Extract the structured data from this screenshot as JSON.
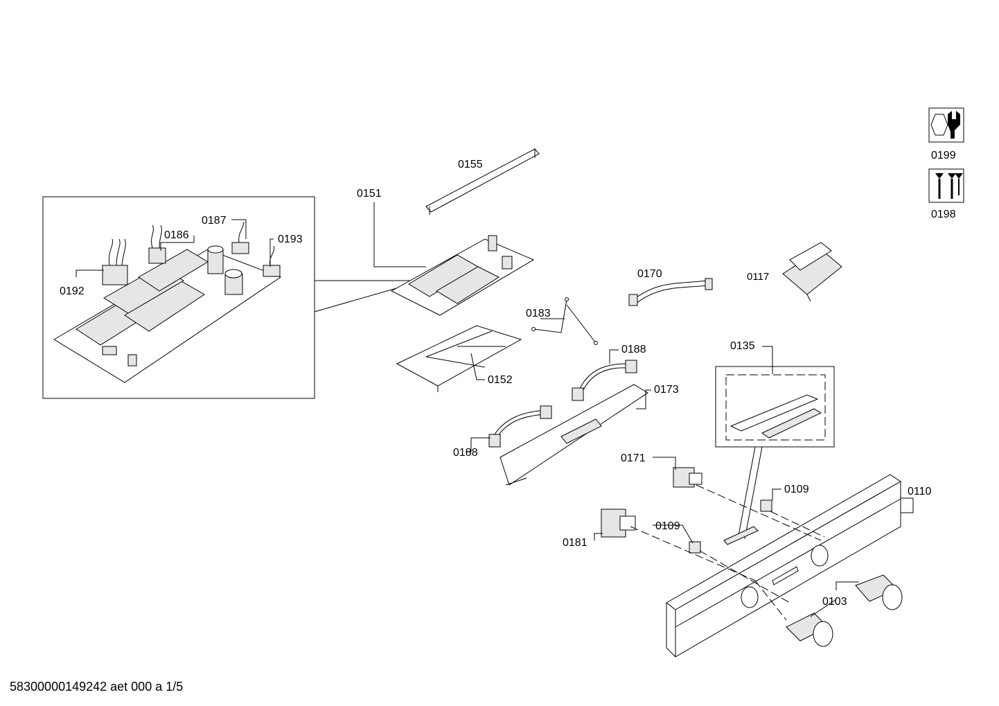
{
  "footer": {
    "document_code": "58300000149242 aet 000 a 1/5"
  },
  "icons": [
    {
      "name": "tool-icon",
      "label": "0199"
    },
    {
      "name": "screws-icon",
      "label": "0198"
    }
  ],
  "parts": {
    "p0155": "0155",
    "p0151": "0151",
    "p0187": "0187",
    "p0186": "0186",
    "p0193": "0193",
    "p0192": "0192",
    "p0170": "0170",
    "p0117": "0117",
    "p0183": "0183",
    "p0188a": "0188",
    "p0152": "0152",
    "p0173": "0173",
    "p0135": "0135",
    "p0188b": "0188",
    "p0171": "0171",
    "p0109a": "0109",
    "p0110": "0110",
    "p0109b": "0109",
    "p0181": "0181",
    "p0103": "0103"
  }
}
